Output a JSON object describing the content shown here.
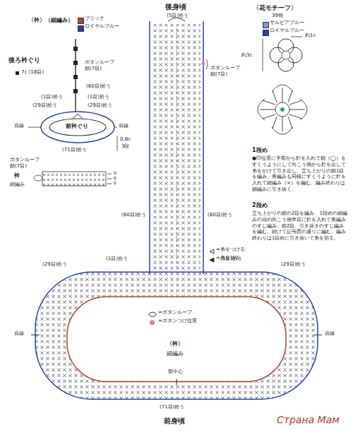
{
  "diagram": {
    "labels": [
      "〈衿〉（細編み）",
      "後ろ衿ぐり",
      "7c (18目)",
      "ボタンループ 鎖(7目)",
      "(60目)拾う",
      "(1目)拾う",
      "(29目)拾う",
      "(1目)拾う",
      "(29目)拾う",
      "肩線",
      "肩線",
      "前衿ぐり",
      "0.8c",
      "3段",
      "(71目)拾う",
      "ボタンループ 鎖(7目)",
      "衿",
      "細編み",
      "③",
      "②",
      "①",
      "後身頃",
      "(5目)拾う",
      "ボタンループ 鎖(7目)",
      "(60目)拾う",
      "(60目)拾う",
      "〈花モチーフ〉",
      "39個",
      "約1c",
      "約3c",
      "1段め",
      "●印位置に手前から針を入れて鎖（◯）をすくうようにして向こう側から針を出して糸をかけて引き出し、立ち上がりの鎖1目を編み、長編みも同様にすくうように針を入れて細編み（×）を編む。編み終わりは細編みに引き抜く。",
      "2段め",
      "立ち上がりの鎖の2目を編み、1段めの細編みの頭の向こう側半目に針を入れて長編みのすじ編み、鎖2目、引き抜きのすじ編みを編む。続けて記号図の通りに編む。編み終わりは1目めに引き抜いて糸を切る。",
      "(1目)拾う",
      "(29目)拾う",
      "(1目)拾う",
      "(29目)拾う",
      "肩線",
      "肩線",
      "〈衿〉",
      "細編み",
      "前中心",
      "(71目)拾う",
      "前身頃",
      "Страна Мам"
    ],
    "legend": [
      {
        "text": "ブリック",
        "color": "#b0493a"
      },
      {
        "text": "ロイヤルブルー",
        "color": "#2845a0"
      },
      {
        "text": "サルビアブルー",
        "color": "#7e9bd6"
      },
      {
        "text": "ロイヤルブルー",
        "color": "#2845a0"
      },
      {
        "text": "=糸をつける"
      },
      {
        "text": "=糸を切る"
      },
      {
        "text": "=ボタンループ"
      },
      {
        "text": "=ボタンつけ位置",
        "color": "#e87a98"
      }
    ]
  }
}
